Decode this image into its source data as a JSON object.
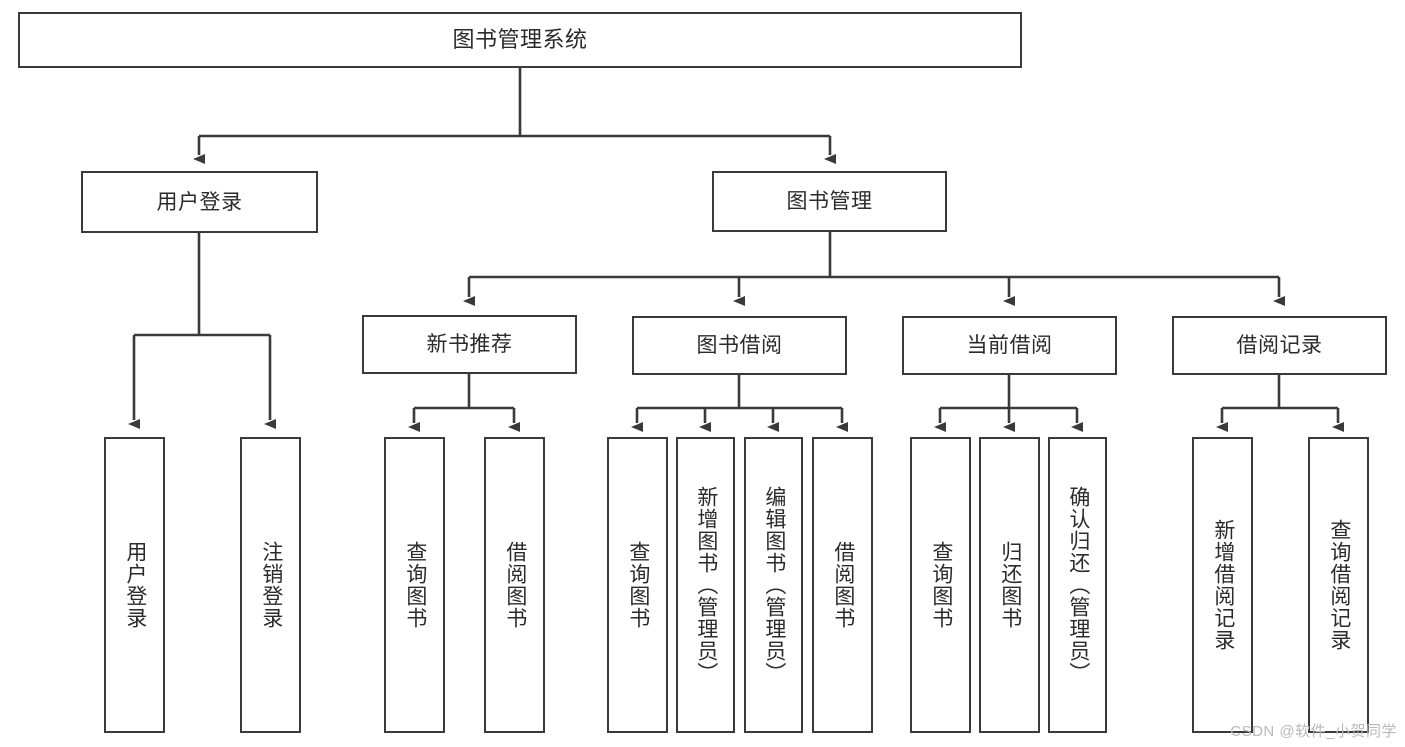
{
  "diagram": {
    "title": "图书管理系统",
    "type": "tree-hierarchy-chart",
    "root": {
      "label": "图书管理系统"
    },
    "level2": [
      {
        "label": "用户登录"
      },
      {
        "label": "图书管理"
      }
    ],
    "level3": [
      {
        "label": "新书推荐"
      },
      {
        "label": "图书借阅"
      },
      {
        "label": "当前借阅"
      },
      {
        "label": "借阅记录"
      }
    ],
    "leaves": {
      "user_login": [
        {
          "label": "用户登录"
        },
        {
          "label": "注销登录"
        }
      ],
      "new_book_recommend": [
        {
          "label": "查询图书"
        },
        {
          "label": "借阅图书"
        }
      ],
      "book_borrow": [
        {
          "label": "查询图书"
        },
        {
          "label": "新增图书（管理员）"
        },
        {
          "label": "编辑图书（管理员）"
        },
        {
          "label": "借阅图书"
        }
      ],
      "current_borrow": [
        {
          "label": "查询图书"
        },
        {
          "label": "归还图书"
        },
        {
          "label": "确认归还（管理员）"
        }
      ],
      "borrow_record": [
        {
          "label": "新增借阅记录"
        },
        {
          "label": "查询借阅记录"
        }
      ]
    }
  },
  "watermark": {
    "text": "CSDN @软件_小贺同学"
  },
  "colors": {
    "border": "#3a3a3a",
    "text": "#2b2b2b",
    "background": "#ffffff",
    "watermark": "#b9b9b9"
  }
}
